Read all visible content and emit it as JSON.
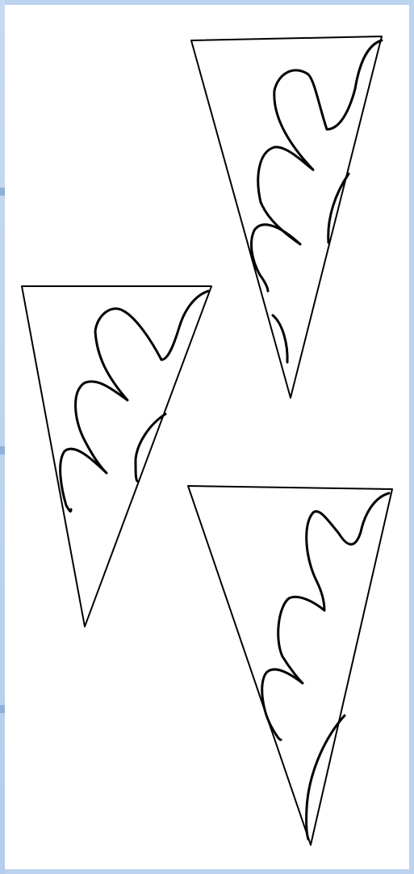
{
  "figure": {
    "description_visible_text": "",
    "templates": [
      {
        "id": "template-top-right"
      },
      {
        "id": "template-middle-left"
      },
      {
        "id": "template-bottom-right"
      }
    ],
    "colors": {
      "background_frame": "#bcd3ef",
      "paper": "#ffffff",
      "line": "#000000"
    }
  }
}
